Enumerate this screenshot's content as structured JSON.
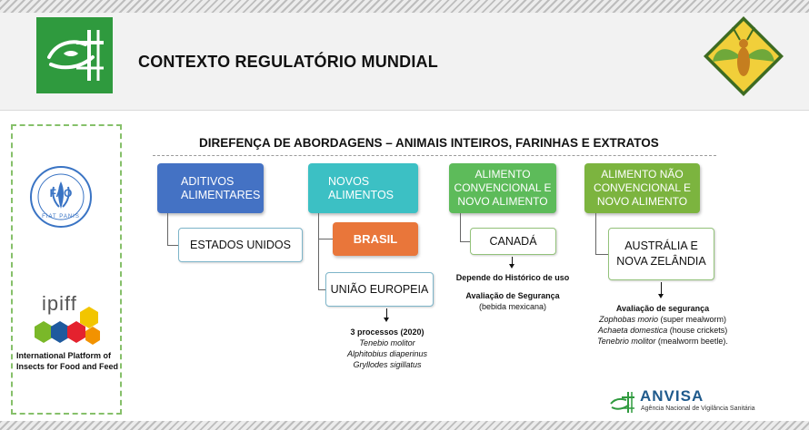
{
  "header": {
    "title": "CONTEXTO REGULATÓRIO MUNDIAL",
    "brand_color": "#2f9a3e"
  },
  "left_panel": {
    "fao_text": "FAO",
    "fao_motto": "FIAT PANIS",
    "ipiff_name": "ipiff",
    "ipiff_caption": "International Platform of Insects for Food and Feed"
  },
  "diagram": {
    "subtitle": "DIREFENÇA DE ABORDAGENS – ANIMAIS INTEIROS, FARINHAS E EXTRATOS",
    "categories": {
      "additives": {
        "label": "ADITIVOS ALIMENTARES",
        "color": "#4472c4"
      },
      "novel": {
        "label": "NOVOS ALIMENTOS",
        "color": "#3cc0c4"
      },
      "conventional": {
        "label": "ALIMENTO CONVENCIONAL E NOVO ALIMENTO",
        "color": "#5dbb5a"
      },
      "non_conventional": {
        "label": "ALIMENTO NÃO CONVENCIONAL E NOVO ALIMENTO",
        "color": "#7cb43f"
      }
    },
    "nodes": {
      "us": "ESTADOS UNIDOS",
      "brasil": "BRASIL",
      "eu": "UNIÃO EUROPEIA",
      "canada": "CANADÁ",
      "australia": "AUSTRÁLIA E NOVA ZELÂNDIA"
    },
    "notes": {
      "eu_heading": "3 processos (2020)",
      "eu_species": [
        "Tenebio molitor",
        "Alphitobius diaperinus",
        "Gryllodes sigillatus"
      ],
      "canada_line1": "Depende do Histórico de uso",
      "canada_line2": "Avaliação de Segurança",
      "canada_line3": "(bebida mexicana)",
      "aus_heading": "Avaliação de segurança",
      "aus_species": [
        {
          "name": "Zophobas morio",
          "common": " (super mealworm)"
        },
        {
          "name": "Achaeta domestica",
          "common": " (house crickets)"
        },
        {
          "name": "Tenebrio molitor",
          "common": " (mealworm beetle)."
        }
      ]
    }
  },
  "footer": {
    "name": "ANVISA",
    "subtitle": "Agência Nacional de Vigilância Sanitária",
    "name_color": "#1f5a8c"
  }
}
